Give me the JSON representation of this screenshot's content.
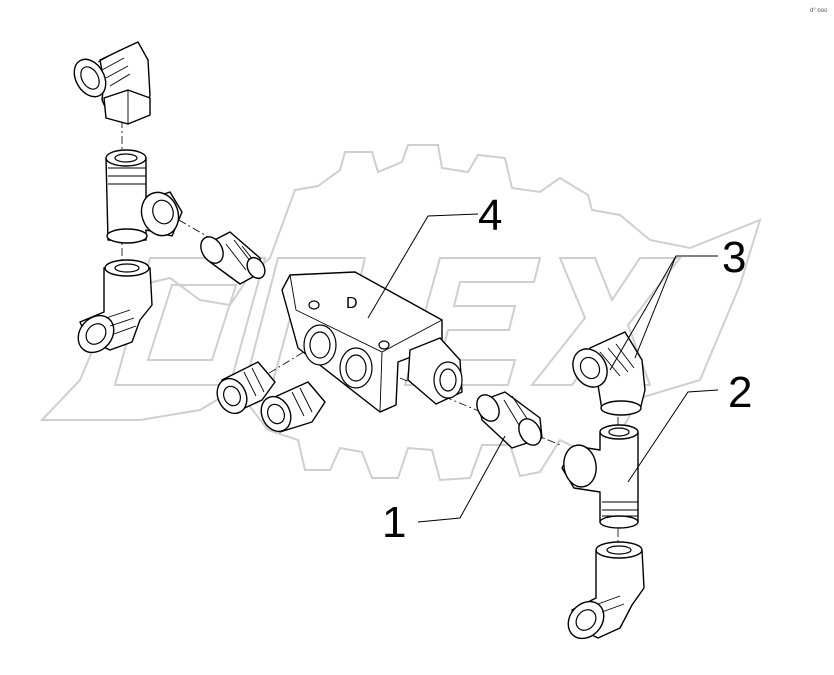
{
  "corner_mark": "d° ooo",
  "watermark": {
    "text": "OPEX"
  },
  "callouts": [
    {
      "label": "1"
    },
    {
      "label": "2"
    },
    {
      "label": "3"
    },
    {
      "label": "4"
    }
  ],
  "block_mark": "D"
}
